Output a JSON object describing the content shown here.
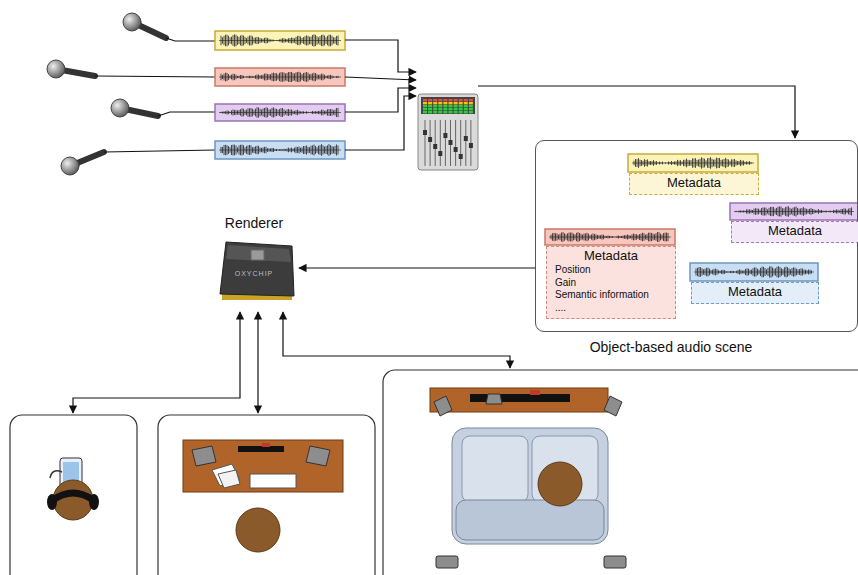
{
  "diagram": {
    "nodes": [
      {
        "text": [
          "Object-based audio scene"
        ]
      },
      {
        "text": [
          "Metadata"
        ],
        "in": 0
      },
      {
        "text": [
          "Metadata"
        ],
        "in": 0
      },
      {
        "text": [
          "Metadata",
          "Position",
          "Gain",
          "Semantic information",
          "...."
        ],
        "in": 0
      },
      {
        "text": [
          "Metadata"
        ],
        "in": 0
      },
      {
        "text": [
          "Renderer",
          "OXYCHIP"
        ]
      }
    ],
    "edges": [
      {
        "from": 0,
        "to": 5,
        "arrow": "to"
      }
    ]
  }
}
